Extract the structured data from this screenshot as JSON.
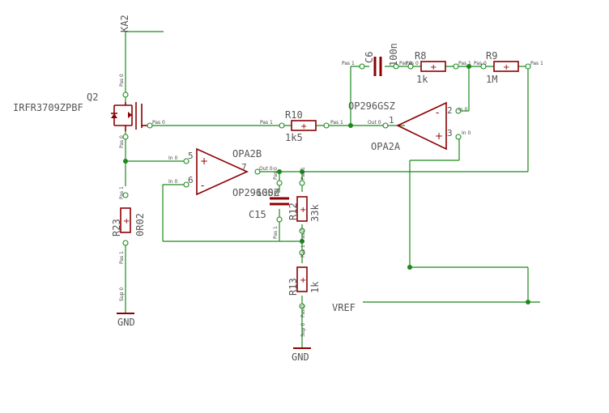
{
  "nets": {
    "ka2": "KA2",
    "vref": "VREF",
    "gnd_left": "GND",
    "gnd_mid": "GND"
  },
  "components": {
    "q2": {
      "name": "Q2",
      "value": "IRFR3709ZPBF"
    },
    "r10": {
      "name": "R10",
      "value": "1k5"
    },
    "c6": {
      "name": "C6",
      "value": "100n"
    },
    "r8": {
      "name": "R8",
      "value": "1k"
    },
    "r9": {
      "name": "R9",
      "value": "1M"
    },
    "opa2a": {
      "name": "OPA2A",
      "value": "OP296GSZ"
    },
    "opa2b": {
      "name": "OPA2B",
      "value": "OP296GSZ"
    },
    "c15": {
      "name": "C15",
      "value": "100n"
    },
    "r12": {
      "name": "R12",
      "value": "33k"
    },
    "r13": {
      "name": "R13",
      "value": "1k"
    },
    "r23": {
      "name": "R23",
      "value": "0R02"
    }
  },
  "pins": {
    "pas0": "Pas 0",
    "pas1": "Pas 1",
    "in0": "In 0",
    "out0": "Out 0",
    "sup0": "Sup 0",
    "n1": "1",
    "n2": "2",
    "n3": "3",
    "n5": "5",
    "n6": "6",
    "n7": "7"
  },
  "symbols": {
    "plus": "+",
    "minus": "-"
  }
}
